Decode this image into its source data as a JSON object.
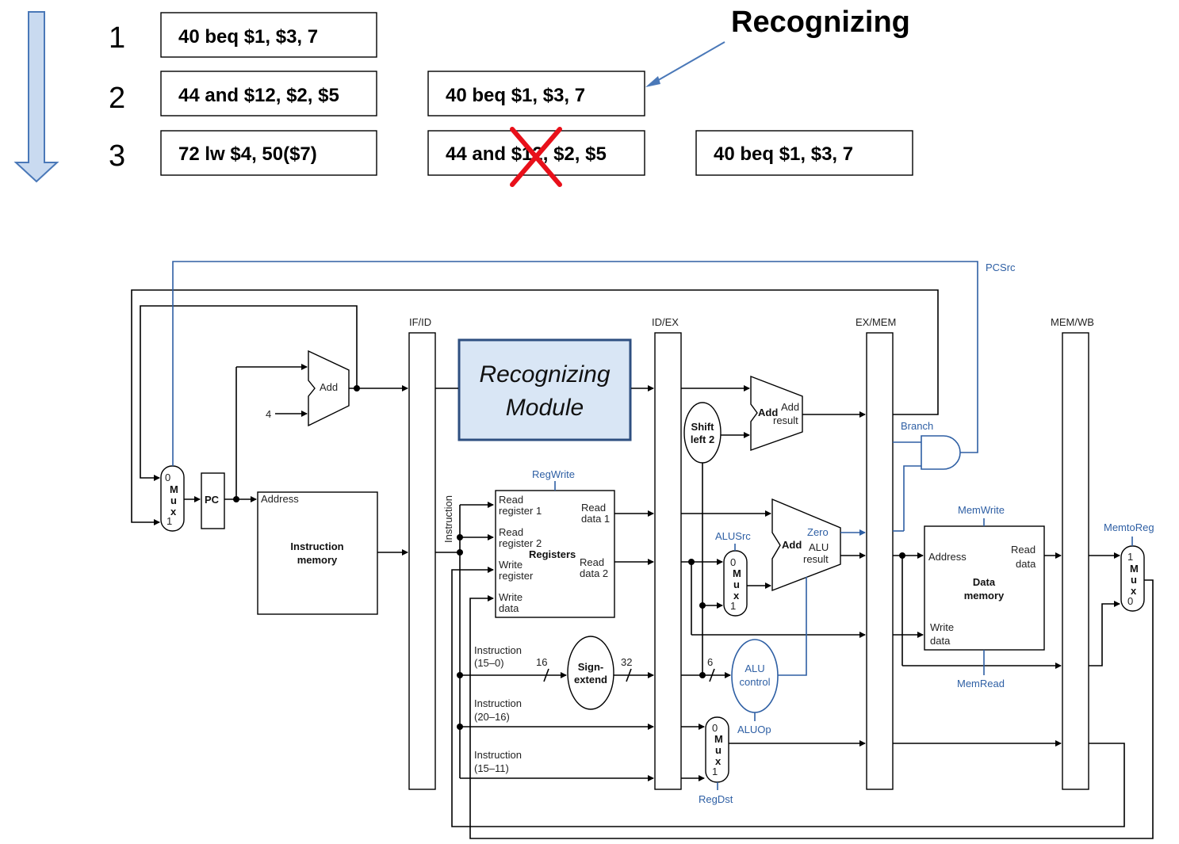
{
  "title": "Recognizing",
  "stage_numbers": [
    "1",
    "2",
    "3"
  ],
  "rows": [
    [
      "40 beq $1, $3, 7"
    ],
    [
      "44 and $12, $2, $5",
      "40 beq $1, $3, 7"
    ],
    [
      "72 lw $4, 50($7)",
      "44 and $12, $2, $5",
      "40 beq $1, $3, 7"
    ]
  ],
  "colors": {
    "arrow_fill": "#c9daf0",
    "arrow_stroke": "#4a78b8",
    "module_fill": "#d9e6f5",
    "module_stroke": "#2e4f80",
    "signal_blue": "#2e5fa4",
    "cross_red": "#e8101a"
  },
  "datapath": {
    "module_line1": "Recognizing",
    "module_line2": "Module",
    "pipeline_registers": [
      "IF/ID",
      "ID/EX",
      "EX/MEM",
      "MEM/WB"
    ],
    "pc": "PC",
    "add": "Add",
    "four": "4",
    "address": "Address",
    "imem_line1": "Instruction",
    "imem_line2": "memory",
    "instruction": "Instruction",
    "regwrite": "RegWrite",
    "read_register_1": [
      "Read",
      "register 1"
    ],
    "read_register_2": [
      "Read",
      "register 2"
    ],
    "write_register": [
      "Write",
      "register"
    ],
    "write_data": [
      "Write",
      "data"
    ],
    "registers": "Registers",
    "read_data_1": [
      "Read",
      "data 1"
    ],
    "read_data_2": [
      "Read",
      "data 2"
    ],
    "instr_15_0": [
      "Instruction",
      "(15–0)"
    ],
    "instr_20_16": [
      "Instruction",
      "(20–16)"
    ],
    "instr_15_11": [
      "Instruction",
      "(15–11)"
    ],
    "sixteen": "16",
    "thirtytwo": "32",
    "six": "6",
    "sign_extend": [
      "Sign-",
      "extend"
    ],
    "shift_left_2": [
      "Shift",
      "left 2"
    ],
    "add_result": [
      "Add",
      "result"
    ],
    "alu_result": [
      "ALU",
      "result"
    ],
    "zero": "Zero",
    "alusrc": "ALUSrc",
    "alu_control": [
      "ALU",
      "control"
    ],
    "aluop": "ALUOp",
    "regdst": "RegDst",
    "branch": "Branch",
    "pcsrc": "PCSrc",
    "memwrite": "MemWrite",
    "memread": "MemRead",
    "memtoreg": "MemtoReg",
    "read_data": [
      "Read",
      "data"
    ],
    "dmem_line1": "Data",
    "dmem_line2": "memory",
    "mux_letters": [
      "M",
      "u",
      "x"
    ],
    "zero_digit": "0",
    "one_digit": "1"
  }
}
